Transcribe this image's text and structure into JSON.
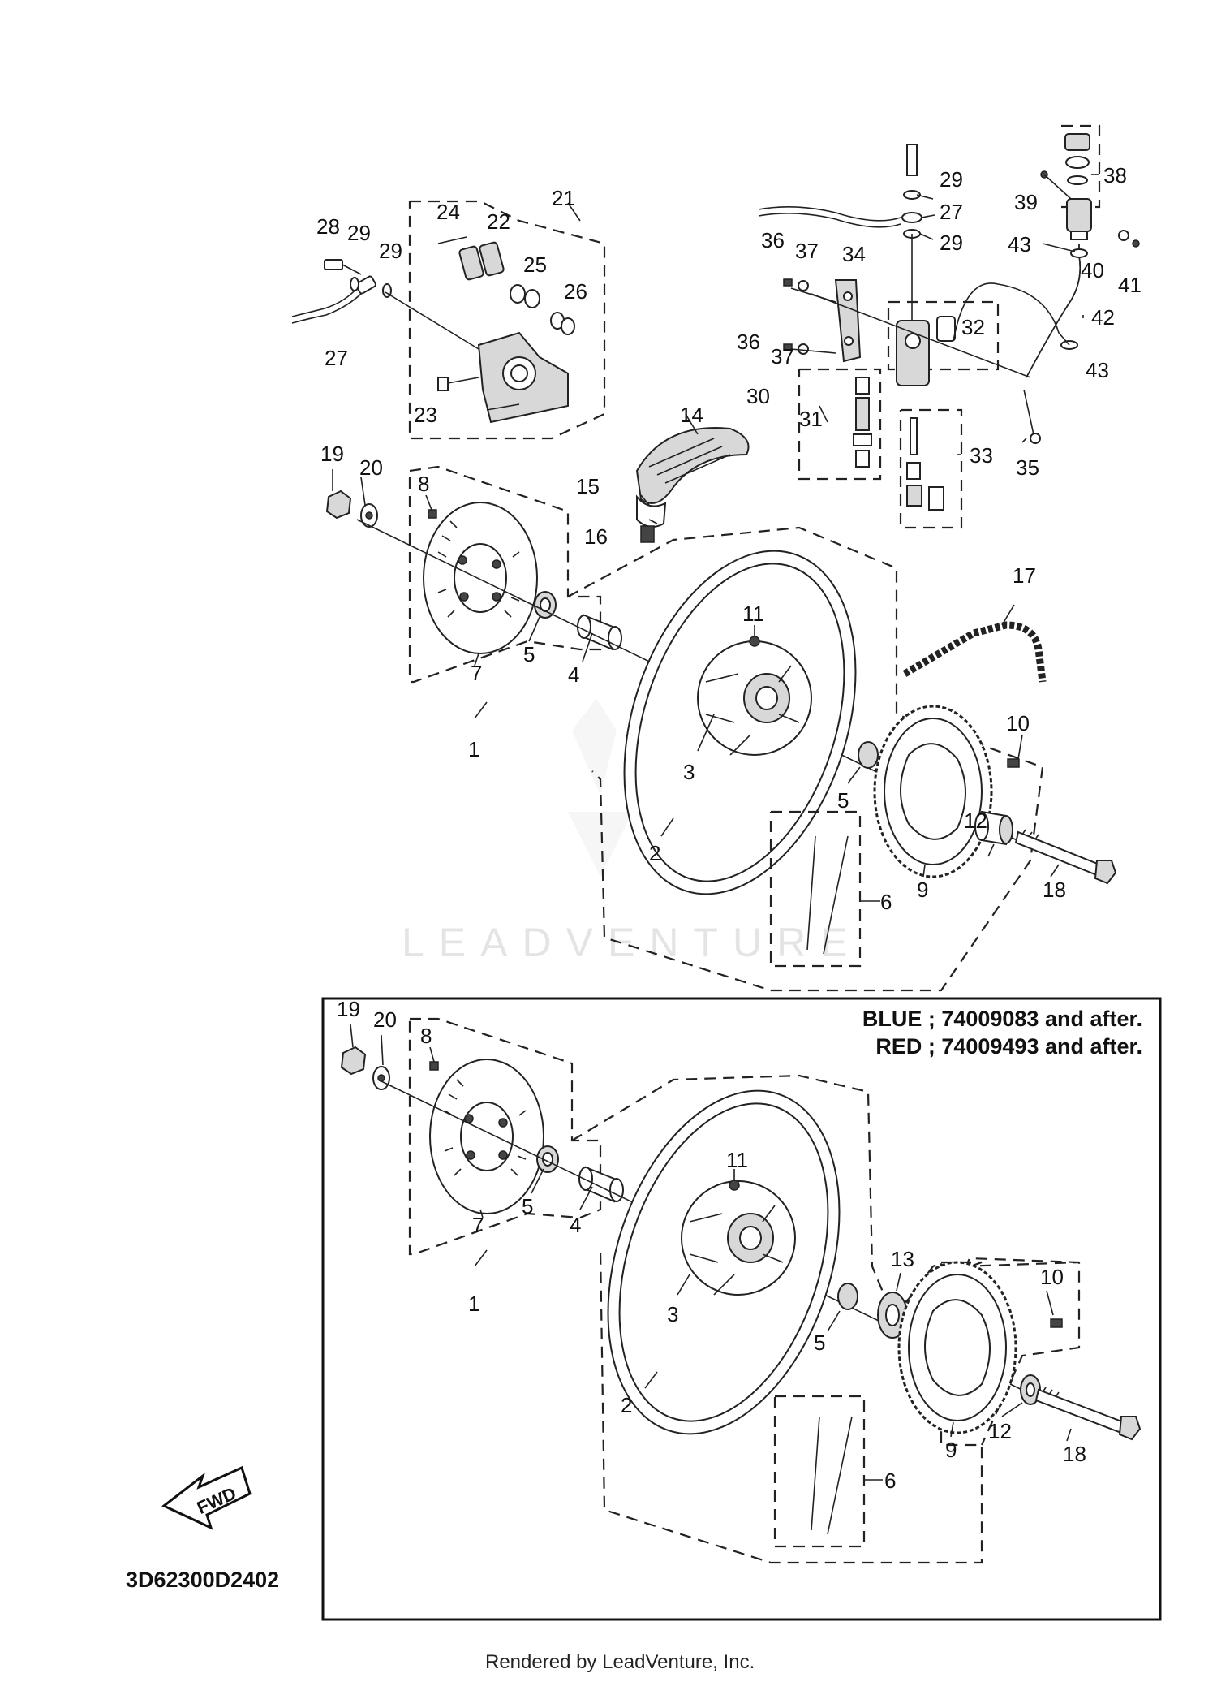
{
  "diagram_code": "3D62300D2402",
  "footer": "Rendered by LeadVenture, Inc.",
  "watermark": "LEADVENTURE",
  "fwd_label": "FWD",
  "inset_note": {
    "line1": "BLUE ; 74009083 and after.",
    "line2": "RED ; 74009493 and after."
  },
  "callouts": {
    "p1": "1",
    "p2": "2",
    "p3": "3",
    "p4": "4",
    "p5": "5",
    "p6": "6",
    "p7": "7",
    "p8": "8",
    "p9": "9",
    "p10": "10",
    "p11": "11",
    "p12": "12",
    "p13": "13",
    "p14": "14",
    "p15": "15",
    "p16": "16",
    "p17": "17",
    "p18": "18",
    "p19": "19",
    "p20": "20",
    "p21": "21",
    "p22": "22",
    "p23": "23",
    "p24": "24",
    "p25": "25",
    "p26": "26",
    "p27": "27",
    "p28": "28",
    "p29": "29",
    "p30": "30",
    "p31": "31",
    "p32": "32",
    "p33": "33",
    "p34": "34",
    "p35": "35",
    "p36": "36",
    "p37": "37",
    "p38": "38",
    "p39": "39",
    "p40": "40",
    "p41": "41",
    "p42": "42",
    "p43": "43"
  }
}
